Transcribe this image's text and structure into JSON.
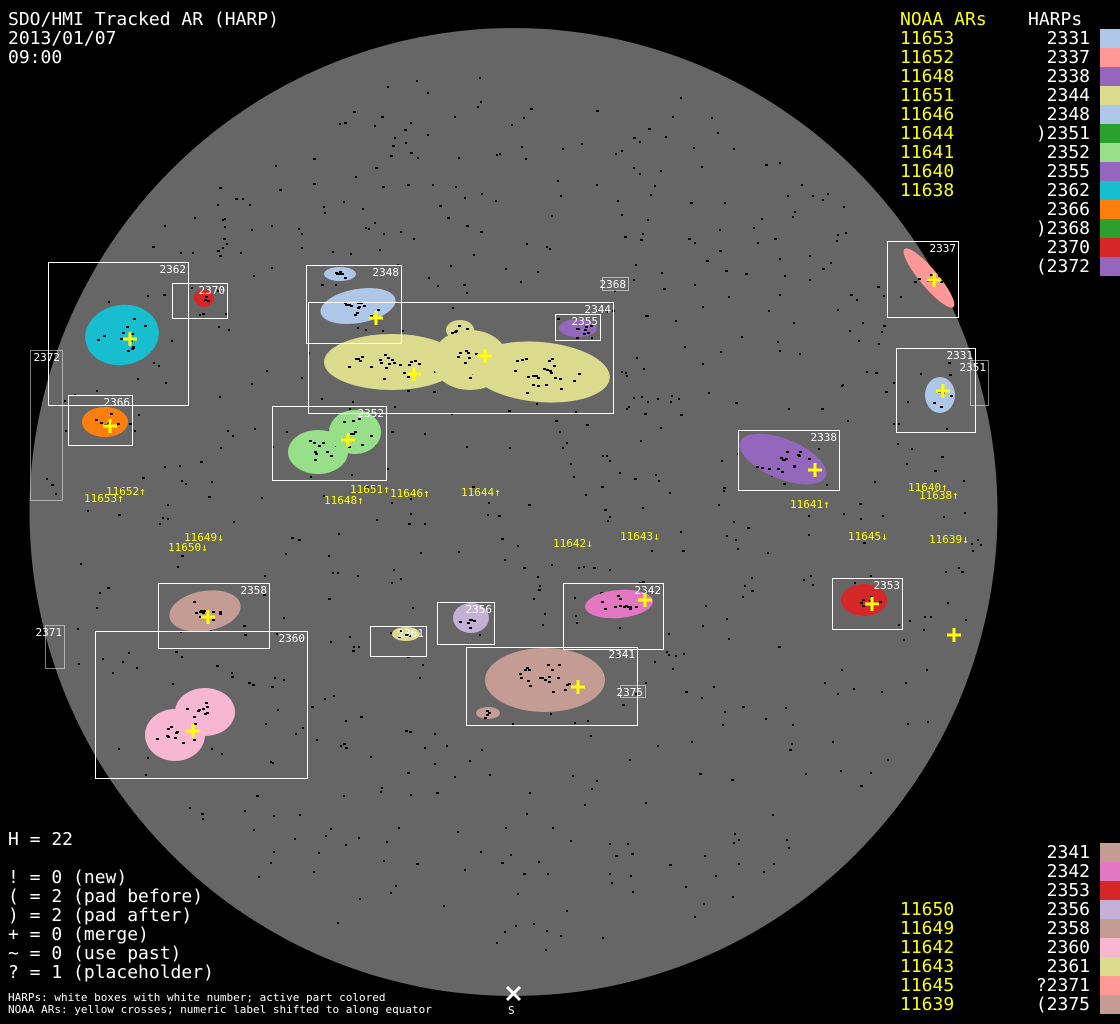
{
  "header": {
    "title": "SDO/HMI Tracked AR (HARP)",
    "date": "2013/01/07",
    "time": "09:00"
  },
  "legend_top": {
    "noaa_heading": "NOAA ARs",
    "harp_heading": "HARPs",
    "rows": [
      {
        "noaa": "11653",
        "harp": "2331",
        "color": "#aec7e8"
      },
      {
        "noaa": "11652",
        "harp": "2337",
        "color": "#ff9896"
      },
      {
        "noaa": "11648",
        "harp": "2338",
        "color": "#9467bd"
      },
      {
        "noaa": "11651",
        "harp": "2344",
        "color": "#dbdb8d"
      },
      {
        "noaa": "11646",
        "harp": "2348",
        "color": "#aec7e8"
      },
      {
        "noaa": "11644",
        "harp": ")2351",
        "color": "#2ca02c"
      },
      {
        "noaa": "11641",
        "harp": "2352",
        "color": "#98df8a"
      },
      {
        "noaa": "11640",
        "harp": "2355",
        "color": "#9467bd"
      },
      {
        "noaa": "11638",
        "harp": "2362",
        "color": "#17becf"
      },
      {
        "noaa": "",
        "harp": "2366",
        "color": "#ff7f0e"
      },
      {
        "noaa": "",
        "harp": ")2368",
        "color": "#2ca02c"
      },
      {
        "noaa": "",
        "harp": "2370",
        "color": "#d62728"
      },
      {
        "noaa": "",
        "harp": "(2372",
        "color": "#9467bd"
      }
    ]
  },
  "legend_bottom": {
    "rows": [
      {
        "noaa": "",
        "harp": "2341",
        "color": "#c49c94"
      },
      {
        "noaa": "",
        "harp": "2342",
        "color": "#e377c2"
      },
      {
        "noaa": "",
        "harp": "2353",
        "color": "#d62728"
      },
      {
        "noaa": "11650",
        "harp": "2356",
        "color": "#c5b0d5"
      },
      {
        "noaa": "11649",
        "harp": "2358",
        "color": "#c49c94"
      },
      {
        "noaa": "11642",
        "harp": "2360",
        "color": "#f7b6d2"
      },
      {
        "noaa": "11643",
        "harp": "2361",
        "color": "#dbdb8d"
      },
      {
        "noaa": "11645",
        "harp": "?2371",
        "color": "#ff9896"
      },
      {
        "noaa": "11639",
        "harp": "(2375",
        "color": "#c49c94"
      }
    ]
  },
  "counts": {
    "h": "H = 22",
    "lines": [
      "! = 0 (new)",
      "( = 2 (pad before)",
      ") = 2 (pad after)",
      "+ = 0 (merge)",
      "~ = 0 (use past)",
      "? = 1 (placeholder)"
    ]
  },
  "notes": [
    "HARPs: white boxes with white number; active part colored",
    "NOAA ARs: yellow crosses; numeric label shifted to along equator"
  ],
  "south_marker": {
    "icon": "x-icon",
    "label": "S"
  },
  "disk": {
    "color": "#666666"
  },
  "harps": [
    {
      "id": "2362",
      "color": "#17becf"
    },
    {
      "id": "2370",
      "color": "#d62728"
    },
    {
      "id": "2366",
      "color": "#ff7f0e"
    },
    {
      "id": "2372",
      "color": "#9467bd"
    },
    {
      "id": "2348",
      "color": "#aec7e8"
    },
    {
      "id": "2368",
      "color": "#2ca02c"
    },
    {
      "id": "2344",
      "color": "#dbdb8d"
    },
    {
      "id": "2355",
      "color": "#9467bd"
    },
    {
      "id": "2352",
      "color": "#98df8a"
    },
    {
      "id": "2337",
      "color": "#ff9896"
    },
    {
      "id": "2331",
      "color": "#aec7e8"
    },
    {
      "id": "2351",
      "color": "#2ca02c"
    },
    {
      "id": "2338",
      "color": "#9467bd"
    },
    {
      "id": "2358",
      "color": "#c49c94"
    },
    {
      "id": "2360",
      "color": "#f7b6d2"
    },
    {
      "id": "2371",
      "color": "#ff9896"
    },
    {
      "id": "2361",
      "color": "#dbdb8d"
    },
    {
      "id": "2356",
      "color": "#c5b0d5"
    },
    {
      "id": "2342",
      "color": "#e377c2"
    },
    {
      "id": "2353",
      "color": "#d62728"
    },
    {
      "id": "2341",
      "color": "#c49c94"
    },
    {
      "id": "2375",
      "color": "#c49c94"
    }
  ],
  "noaa_labels": [
    "11652↑",
    "11653↑",
    "11651↑",
    "11648↑",
    "11646↑",
    "11644↑",
    "11641↑",
    "11640↑",
    "11638↑",
    "11649↓",
    "11650↓",
    "11642↓",
    "11643↓",
    "11645↓",
    "11639↓"
  ]
}
